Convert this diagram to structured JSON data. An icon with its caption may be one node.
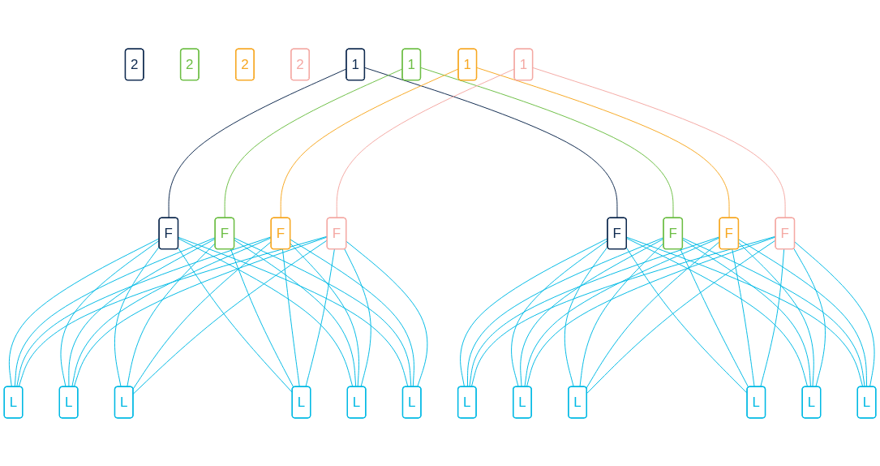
{
  "diagram": {
    "nodes": [
      {
        "text": [
          "2"
        ]
      },
      {
        "text": [
          "2"
        ]
      },
      {
        "text": [
          "2"
        ]
      },
      {
        "text": [
          "2"
        ]
      },
      {
        "text": [
          "1"
        ]
      },
      {
        "text": [
          "1"
        ]
      },
      {
        "text": [
          "1"
        ]
      },
      {
        "text": [
          "1"
        ]
      },
      {
        "text": [
          "F"
        ]
      },
      {
        "text": [
          "F"
        ]
      },
      {
        "text": [
          "F"
        ]
      },
      {
        "text": [
          "F"
        ]
      },
      {
        "text": [
          "F"
        ]
      },
      {
        "text": [
          "F"
        ]
      },
      {
        "text": [
          "F"
        ]
      },
      {
        "text": [
          "F"
        ]
      },
      {
        "text": [
          "L"
        ]
      },
      {
        "text": [
          "L"
        ]
      },
      {
        "text": [
          "L"
        ]
      },
      {
        "text": [
          "L"
        ]
      },
      {
        "text": [
          "L"
        ]
      },
      {
        "text": [
          "L"
        ]
      },
      {
        "text": [
          "L"
        ]
      },
      {
        "text": [
          "L"
        ]
      },
      {
        "text": [
          "L"
        ]
      },
      {
        "text": [
          "L"
        ]
      },
      {
        "text": [
          "L"
        ]
      },
      {
        "text": [
          "L"
        ]
      }
    ],
    "edges": [
      {
        "from": 4,
        "to": 8,
        "arrow": "none",
        "color": "#0f2a4f"
      },
      {
        "from": 4,
        "to": 12,
        "arrow": "none",
        "color": "#0f2a4f"
      },
      {
        "from": 5,
        "to": 9,
        "arrow": "none",
        "color": "#6dbe45"
      },
      {
        "from": 5,
        "to": 13,
        "arrow": "none",
        "color": "#6dbe45"
      },
      {
        "from": 6,
        "to": 10,
        "arrow": "none",
        "color": "#f7a823"
      },
      {
        "from": 6,
        "to": 14,
        "arrow": "none",
        "color": "#f7a823"
      },
      {
        "from": 7,
        "to": 11,
        "arrow": "none",
        "color": "#f4a9a4"
      },
      {
        "from": 7,
        "to": 15,
        "arrow": "none",
        "color": "#f4a9a4"
      },
      {
        "from": 8,
        "to": 16,
        "arrow": "none"
      },
      {
        "from": 8,
        "to": 17,
        "arrow": "none"
      },
      {
        "from": 8,
        "to": 18,
        "arrow": "none"
      },
      {
        "from": 8,
        "to": 19,
        "arrow": "none"
      },
      {
        "from": 8,
        "to": 20,
        "arrow": "none"
      },
      {
        "from": 8,
        "to": 21,
        "arrow": "none"
      },
      {
        "from": 9,
        "to": 16,
        "arrow": "none"
      },
      {
        "from": 9,
        "to": 17,
        "arrow": "none"
      },
      {
        "from": 9,
        "to": 18,
        "arrow": "none"
      },
      {
        "from": 9,
        "to": 19,
        "arrow": "none"
      },
      {
        "from": 9,
        "to": 20,
        "arrow": "none"
      },
      {
        "from": 9,
        "to": 21,
        "arrow": "none"
      },
      {
        "from": 10,
        "to": 16,
        "arrow": "none"
      },
      {
        "from": 10,
        "to": 17,
        "arrow": "none"
      },
      {
        "from": 10,
        "to": 18,
        "arrow": "none"
      },
      {
        "from": 10,
        "to": 19,
        "arrow": "none"
      },
      {
        "from": 10,
        "to": 20,
        "arrow": "none"
      },
      {
        "from": 10,
        "to": 21,
        "arrow": "none"
      },
      {
        "from": 11,
        "to": 16,
        "arrow": "none"
      },
      {
        "from": 11,
        "to": 17,
        "arrow": "none"
      },
      {
        "from": 11,
        "to": 18,
        "arrow": "none"
      },
      {
        "from": 11,
        "to": 19,
        "arrow": "none"
      },
      {
        "from": 11,
        "to": 20,
        "arrow": "none"
      },
      {
        "from": 11,
        "to": 21,
        "arrow": "none"
      },
      {
        "from": 12,
        "to": 22,
        "arrow": "none"
      },
      {
        "from": 12,
        "to": 23,
        "arrow": "none"
      },
      {
        "from": 12,
        "to": 24,
        "arrow": "none"
      },
      {
        "from": 12,
        "to": 25,
        "arrow": "none"
      },
      {
        "from": 12,
        "to": 26,
        "arrow": "none"
      },
      {
        "from": 12,
        "to": 27,
        "arrow": "none"
      },
      {
        "from": 13,
        "to": 22,
        "arrow": "none"
      },
      {
        "from": 13,
        "to": 23,
        "arrow": "none"
      },
      {
        "from": 13,
        "to": 24,
        "arrow": "none"
      },
      {
        "from": 13,
        "to": 25,
        "arrow": "none"
      },
      {
        "from": 13,
        "to": 26,
        "arrow": "none"
      },
      {
        "from": 13,
        "to": 27,
        "arrow": "none"
      },
      {
        "from": 14,
        "to": 22,
        "arrow": "none"
      },
      {
        "from": 14,
        "to": 23,
        "arrow": "none"
      },
      {
        "from": 14,
        "to": 24,
        "arrow": "none"
      },
      {
        "from": 14,
        "to": 25,
        "arrow": "none"
      },
      {
        "from": 14,
        "to": 26,
        "arrow": "none"
      },
      {
        "from": 14,
        "to": 27,
        "arrow": "none"
      },
      {
        "from": 15,
        "to": 22,
        "arrow": "none"
      },
      {
        "from": 15,
        "to": 23,
        "arrow": "none"
      },
      {
        "from": 15,
        "to": 24,
        "arrow": "none"
      },
      {
        "from": 15,
        "to": 25,
        "arrow": "none"
      },
      {
        "from": 15,
        "to": 26,
        "arrow": "none"
      },
      {
        "from": 15,
        "to": 27,
        "arrow": "none"
      }
    ]
  }
}
